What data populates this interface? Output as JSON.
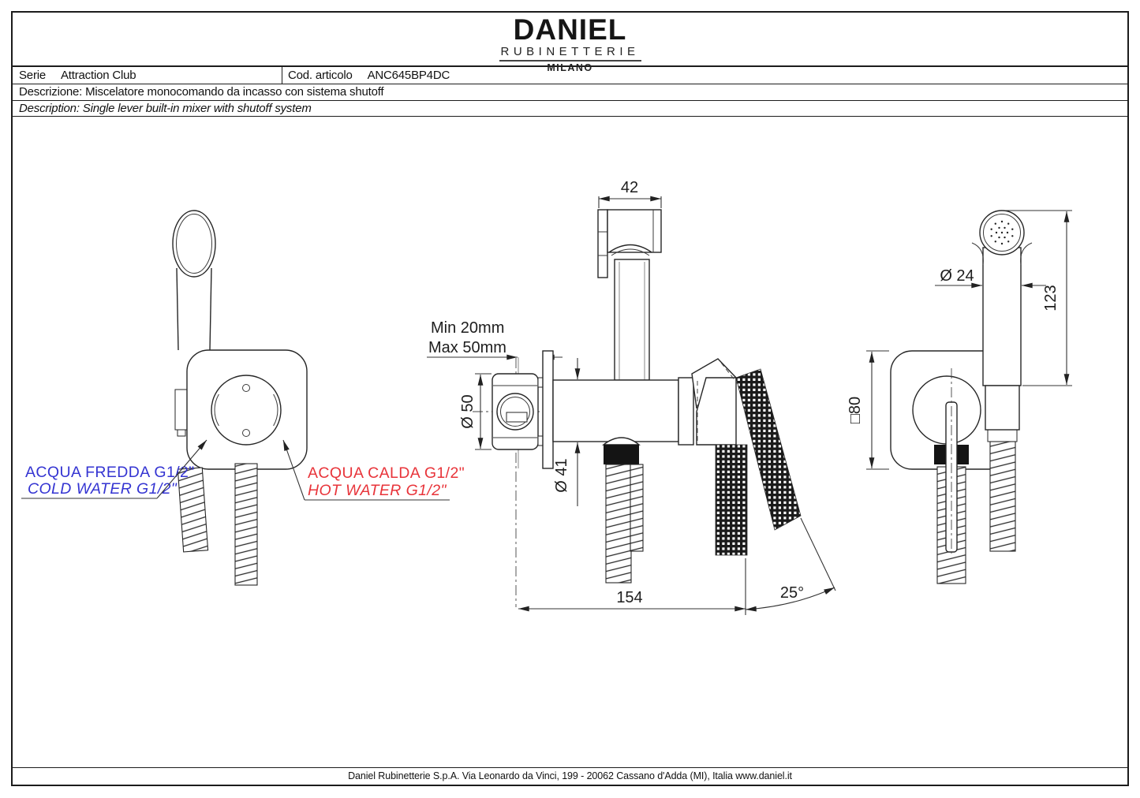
{
  "header": {
    "logo": {
      "name": "DANIEL",
      "subtitle": "RUBINETTERIE",
      "city": "MILANO"
    }
  },
  "info": {
    "serie_label": "Serie",
    "serie_value": "Attraction Club",
    "cod_label": "Cod. articolo",
    "cod_value": "ANC645BP4DC",
    "descrizione": "Descrizione: Miscelatore monocomando da incasso con sistema shutoff",
    "description": "Description: Single lever built-in mixer with shutoff system"
  },
  "dims": {
    "bracket_width": "42",
    "wall_min": "Min 20mm",
    "wall_max": "Max 50mm",
    "valve_d": "Ø 50",
    "body_d": "Ø 41",
    "reach": "154",
    "angle": "25°",
    "spray_d": "Ø 24",
    "spray_h": "123",
    "plate": "□80"
  },
  "labels": {
    "cold_it": "ACQUA FREDDA G1/2\"",
    "cold_en": "COLD WATER G1/2\"",
    "hot_it": "ACQUA CALDA G1/2\"",
    "hot_en": "HOT WATER G1/2\"",
    "cold_color": "#3434d2",
    "hot_color": "#e8343a"
  },
  "footer": {
    "text": "Daniel Rubinetterie S.p.A. Via Leonardo da Vinci, 199 - 20062 Cassano d'Adda (MI), Italia www.daniel.it"
  }
}
